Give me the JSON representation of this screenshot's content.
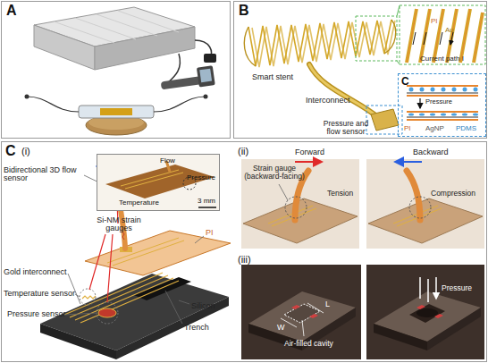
{
  "diagram": {
    "nodes": [
      {
        "text": [
          "A"
        ]
      },
      {
        "text": [
          "B"
        ]
      },
      {
        "text": [
          "C"
        ],
        "in": 1
      },
      {
        "text": [
          "C",
          "(i)"
        ]
      },
      {
        "text": [
          "Flow",
          "Pressure",
          "Temperature",
          "3 mm"
        ],
        "in": 3
      },
      {
        "text": [
          "(ii)"
        ],
        "in": 3
      },
      {
        "text": [
          "(iii)"
        ],
        "in": 3
      }
    ],
    "labels": [
      "Smart stent",
      "Interconnect",
      "Pressure and flow sensor",
      "Current path I",
      "PI",
      "Au",
      "Pressure",
      "PI",
      "AgNP",
      "PDMS",
      "Bidirectional 3D flow sensor",
      "Si-NM strain gauges",
      "PI",
      "Gold interconnect",
      "Temperature sensor",
      "Pressure sensor",
      "Silicon",
      "Trench",
      "Forward",
      "Backward",
      "Strain gauge (backward-facing)",
      "Tension",
      "Compression",
      "W",
      "L",
      "Air-filled cavity",
      "Pressure"
    ]
  }
}
